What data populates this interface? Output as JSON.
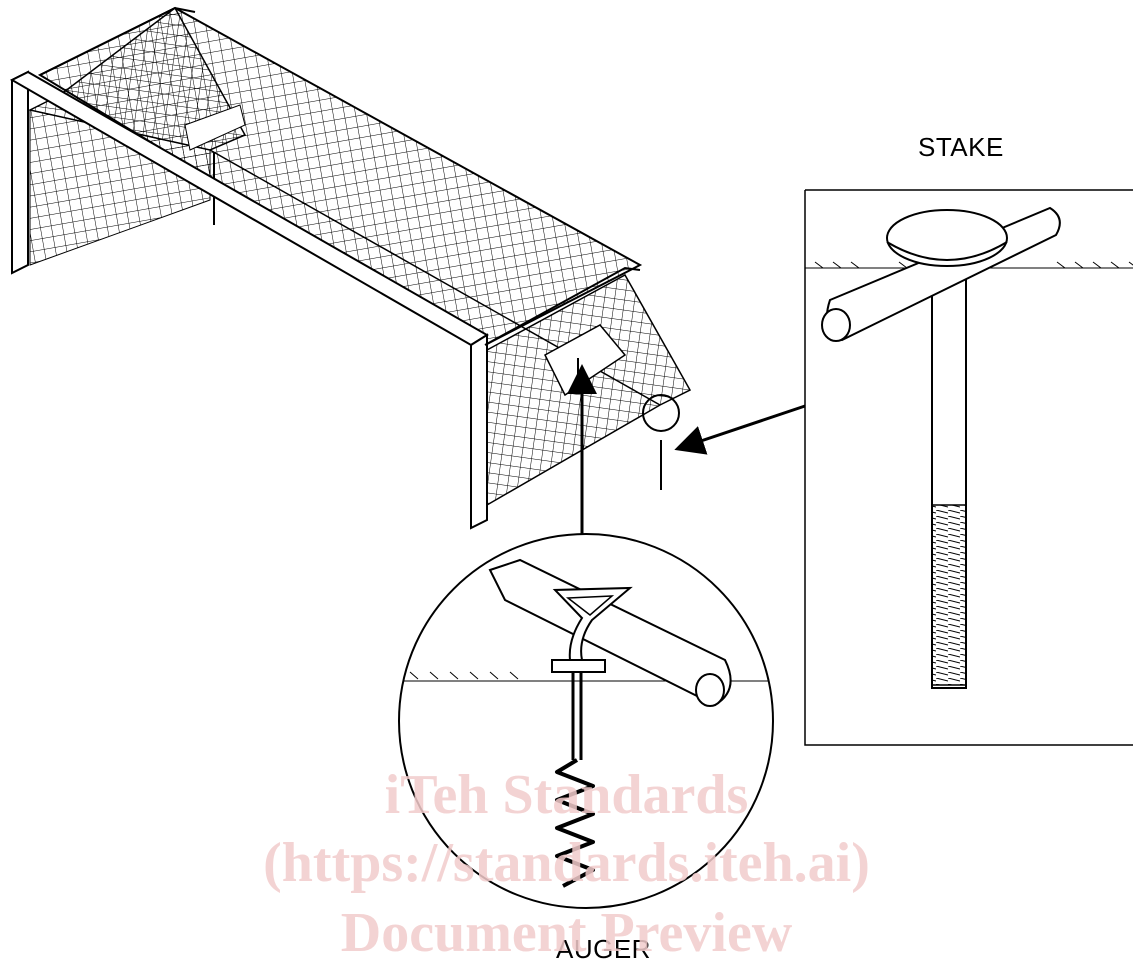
{
  "labels": {
    "stake": "STAKE",
    "auger": "AUGER"
  },
  "watermark": {
    "line1": "iTeh Standards",
    "line2": "(https://standards.iteh.ai)",
    "line3": "Document Preview"
  },
  "colors": {
    "ink": "#000000",
    "watermark": "#f2cccc"
  },
  "icons": [
    "soccer-goal-drawing",
    "stake-detail-drawing",
    "auger-detail-drawing",
    "ground-line",
    "leader-arrow"
  ]
}
